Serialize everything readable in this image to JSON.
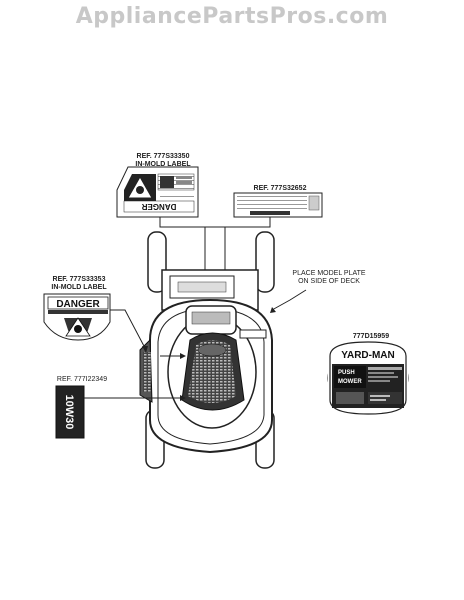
{
  "watermark": "AppliancePartsPros.com",
  "labels": {
    "ref_33350": {
      "line1": "REF. 777S33350",
      "line2": "IN-MOLD LABEL"
    },
    "ref_32652": {
      "line1": "REF. 777S32652"
    },
    "ref_33353": {
      "line1": "REF. 777S33353",
      "line2": "IN-MOLD LABEL"
    },
    "ref_22349": {
      "line1": "REF. 777I22349"
    },
    "model_plate": {
      "line1": "PLACE MODEL PLATE",
      "line2": "ON SIDE OF DECK"
    },
    "part_15959": {
      "line1": "777D15959"
    }
  },
  "decals": {
    "danger_left": {
      "word": "DANGER"
    },
    "danger_top": {
      "word": "DANGER"
    },
    "oil": {
      "text": "10W30"
    },
    "brand": {
      "name": "YARD-MAN",
      "product_line1": "PUSH",
      "product_line2": "MOWER"
    }
  }
}
